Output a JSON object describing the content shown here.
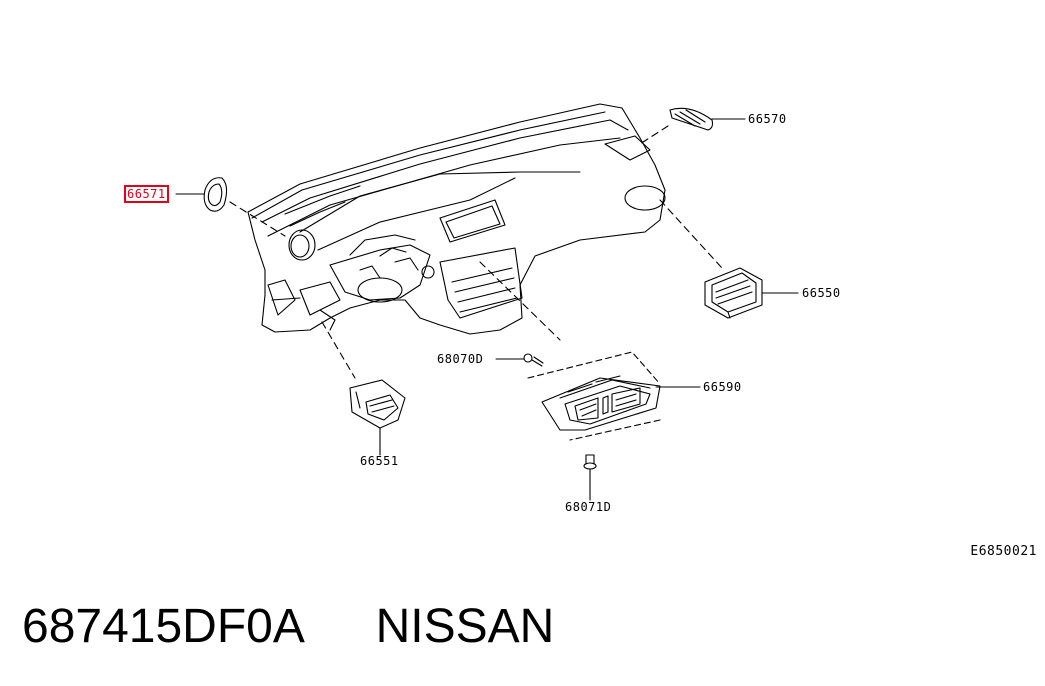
{
  "diagram": {
    "callouts": [
      {
        "id": "p66571",
        "label": "66571",
        "highlighted": true
      },
      {
        "id": "p66570",
        "label": "66570",
        "highlighted": false
      },
      {
        "id": "p66550",
        "label": "66550",
        "highlighted": false
      },
      {
        "id": "p68070",
        "label": "68070D",
        "highlighted": false
      },
      {
        "id": "p66590",
        "label": "66590",
        "highlighted": false
      },
      {
        "id": "p66551",
        "label": "66551",
        "highlighted": false
      },
      {
        "id": "p68071",
        "label": "68071D",
        "highlighted": false
      }
    ],
    "diagram_code": "E6850021",
    "highlight_color": "#e0001b"
  },
  "footer": {
    "part_number": "687415DF0A",
    "brand": "NISSAN"
  }
}
